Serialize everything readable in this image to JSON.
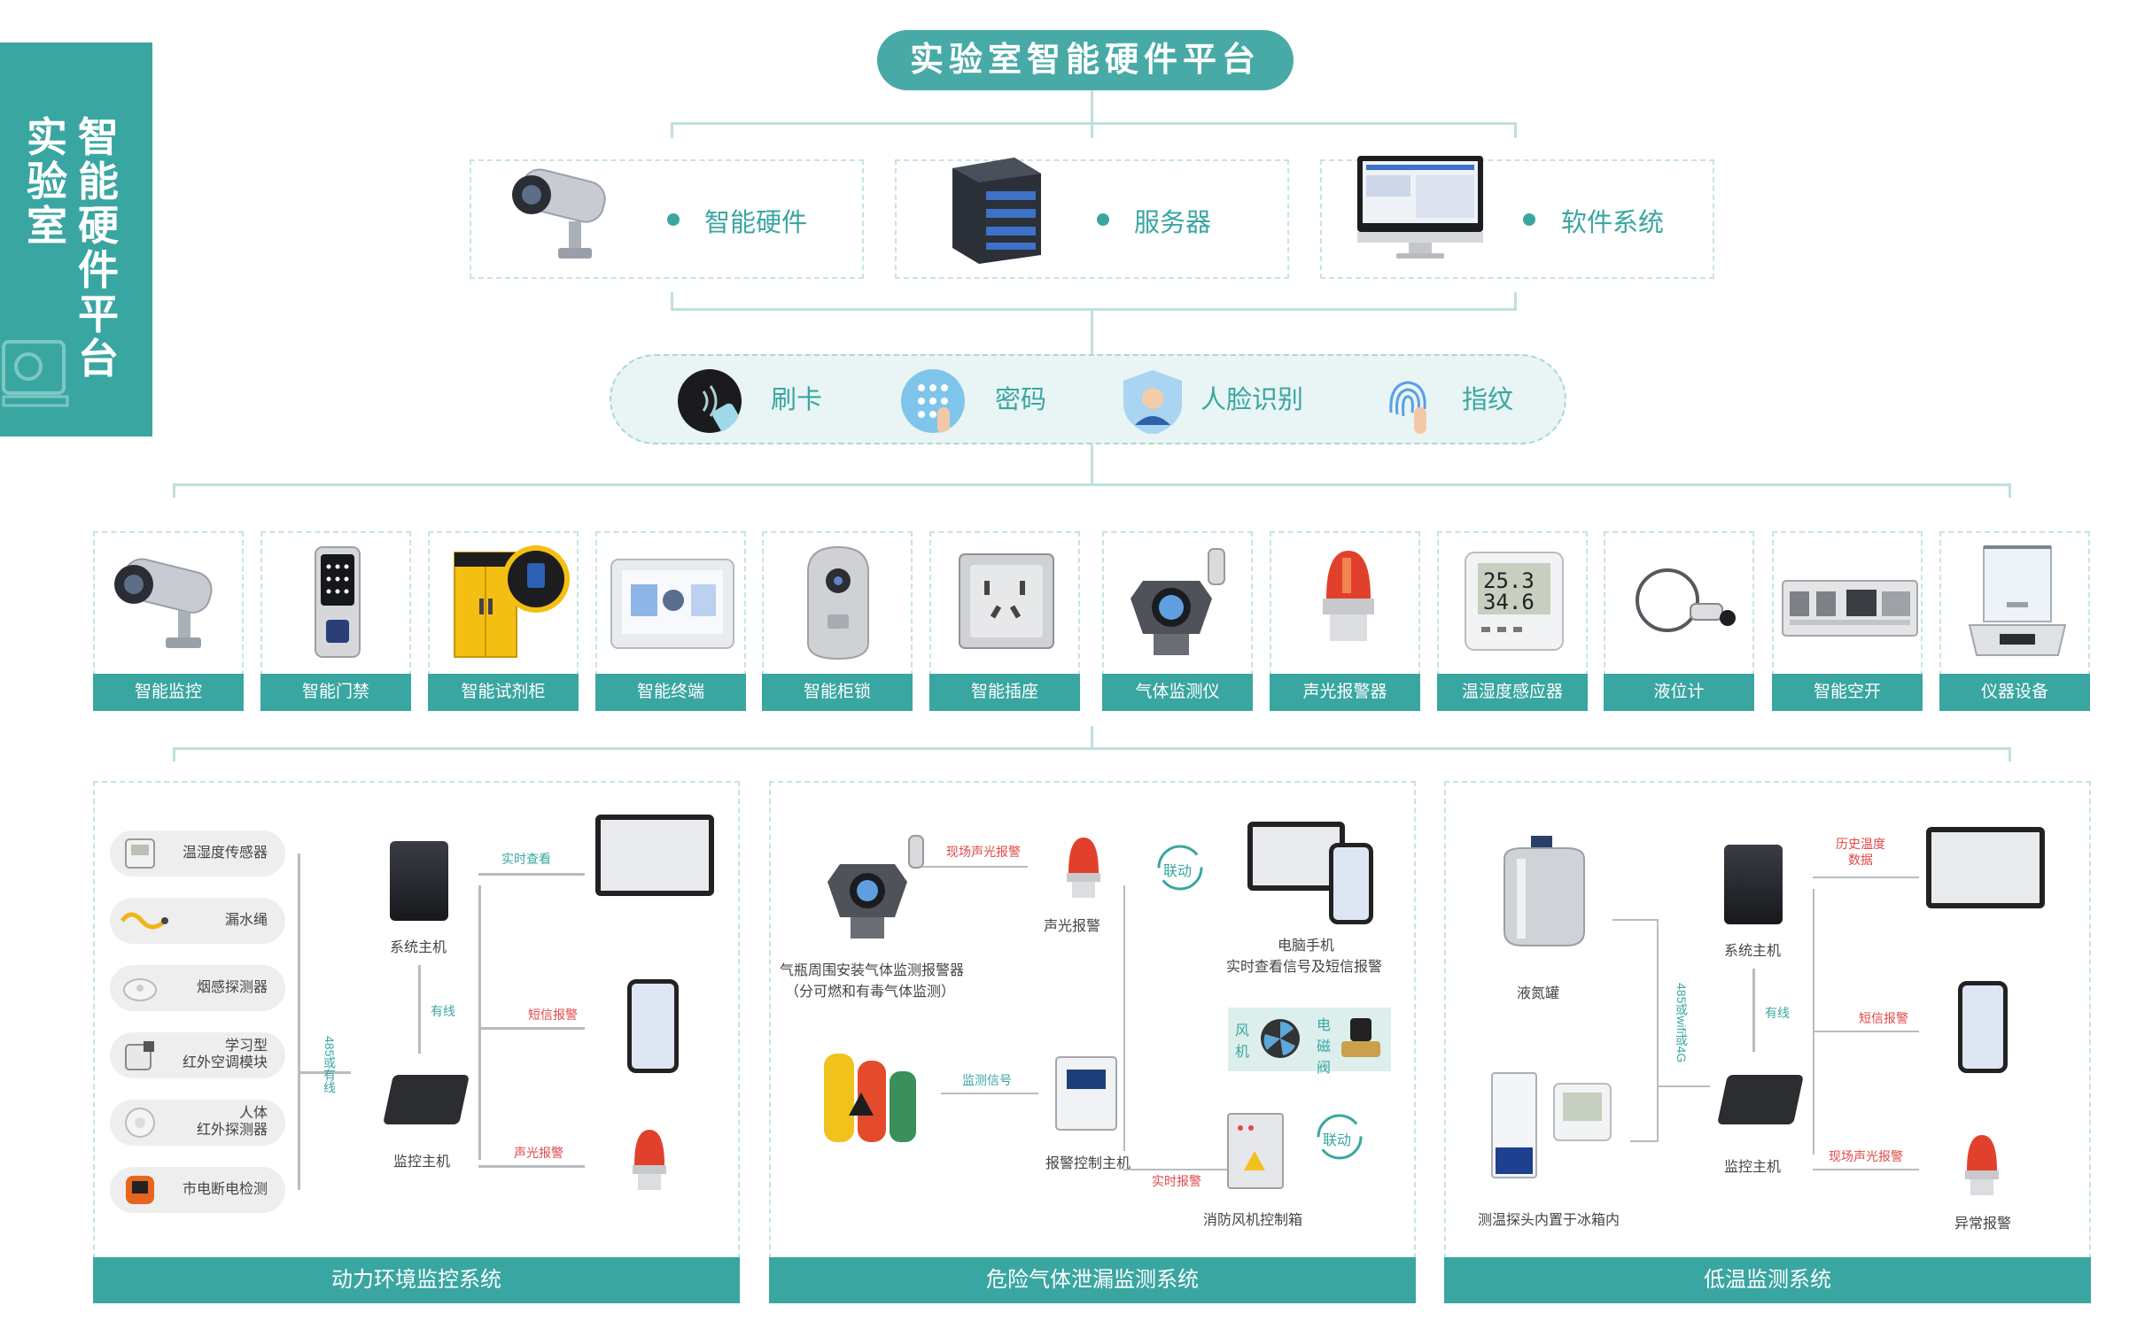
{
  "banner": {
    "col1": "实验室",
    "col2": "智能硬件平台"
  },
  "title": "实验室智能硬件平台",
  "hardware": [
    {
      "label": "智能硬件",
      "icon": "camera-icon"
    },
    {
      "label": "服务器",
      "icon": "server-icon"
    },
    {
      "label": "软件系统",
      "icon": "monitor-icon"
    }
  ],
  "auth": [
    {
      "label": "刷卡",
      "icon": "card-swipe-icon"
    },
    {
      "label": "密码",
      "icon": "keypad-icon"
    },
    {
      "label": "人脸识别",
      "icon": "face-recognition-icon"
    },
    {
      "label": "指纹",
      "icon": "fingerprint-icon"
    }
  ],
  "devices": [
    {
      "label": "智能监控",
      "icon": "camera-icon"
    },
    {
      "label": "智能门禁",
      "icon": "access-control-icon"
    },
    {
      "label": "智能试剂柜",
      "icon": "reagent-cabinet-icon"
    },
    {
      "label": "智能终端",
      "icon": "terminal-icon"
    },
    {
      "label": "智能柜锁",
      "icon": "cabinet-lock-icon"
    },
    {
      "label": "智能插座",
      "icon": "socket-icon"
    },
    {
      "label": "气体监测仪",
      "icon": "gas-detector-icon"
    },
    {
      "label": "声光报警器",
      "icon": "alarm-light-icon"
    },
    {
      "label": "温湿度感应器",
      "icon": "thermo-hygrometer-icon"
    },
    {
      "label": "液位计",
      "icon": "level-gauge-icon"
    },
    {
      "label": "智能空开",
      "icon": "breaker-icon"
    },
    {
      "label": "仪器设备",
      "icon": "balance-icon"
    }
  ],
  "systems": {
    "power": {
      "footer": "动力环境监控系统",
      "sensors": [
        {
          "label": "温湿度传感器",
          "icon": "thermo-sensor-icon"
        },
        {
          "label": "漏水绳",
          "icon": "leak-rope-icon"
        },
        {
          "label": "烟感探测器",
          "icon": "smoke-detector-icon"
        },
        {
          "label": "学习型\n红外空调模块",
          "icon": "ir-ac-module-icon"
        },
        {
          "label": "人体\n红外探测器",
          "icon": "pir-detector-icon"
        },
        {
          "label": "市电断电检测",
          "icon": "power-detect-icon"
        }
      ],
      "bus": "485或有线",
      "system_host": "系统主机",
      "monitor_host": "监控主机",
      "wired": "有线",
      "realtime": "实时查看",
      "sms": "短信报警",
      "sound": "声光报警"
    },
    "gas": {
      "footer": "危险气体泄漏监测系统",
      "detector": "气瓶周围安装气体监测报警器",
      "detector_note": "（分可燃和有毒气体监测）",
      "onsite_alarm": "现场声光报警",
      "sound_alarm": "声光报警",
      "linkage": "联动",
      "pc_phone": "电脑手机",
      "pc_phone_note": "实时查看信号及短信报警",
      "signal": "监测信号",
      "alarm_host": "报警控制主机",
      "realtime_alarm": "实时报警",
      "fan": "风机",
      "valve": "电磁阀",
      "fan_cabinet": "消防风机控制箱"
    },
    "lowtemp": {
      "footer": "低温监测系统",
      "dewar": "液氮罐",
      "bus": "485或wifi或4G",
      "system_host": "系统主机",
      "wired": "有线",
      "monitor_host": "监控主机",
      "probe": "测温探头内置于冰箱内",
      "history": "历史温度\n数据",
      "sms": "短信报警",
      "onsite": "现场声光报警",
      "abnormal": "异常报警"
    }
  },
  "colors": {
    "teal": "#3aa6a1",
    "light_teal": "#e8f5f4",
    "red": "#e04848"
  }
}
